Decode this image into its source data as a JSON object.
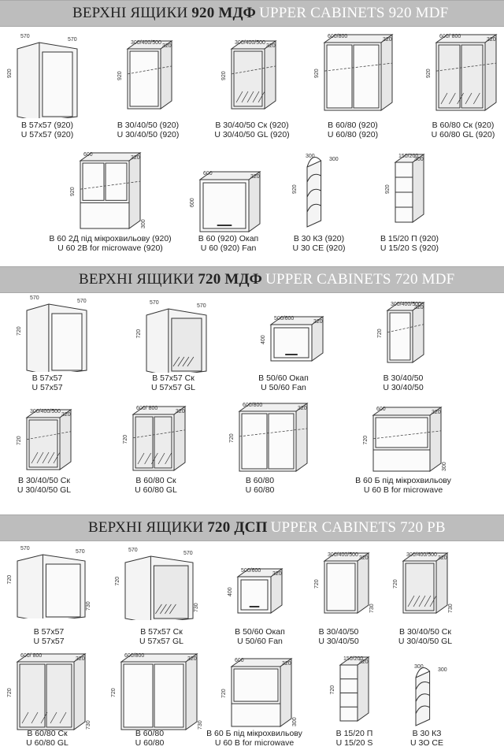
{
  "sections": [
    {
      "ua": "ВЕРХНІ ЯЩИКИ",
      "ua_bold": "920 МДФ",
      "en": "UPPER CABINETS 920 MDF"
    },
    {
      "ua": "ВЕРХНІ ЯЩИКИ",
      "ua_bold": "720 МДФ",
      "en": "UPPER CABINETS 720 MDF"
    },
    {
      "ua": "ВЕРХНІ ЯЩИКИ",
      "ua_bold": "720 ДСП",
      "en": "UPPER CABINETS 720 PB"
    }
  ],
  "items": [
    {
      "line1": "B 57x57 (920)",
      "line2": "U 57x57 (920)",
      "dims": [
        "570",
        "570",
        "920"
      ],
      "type": "corner"
    },
    {
      "line1": "B 30/40/50 (920)",
      "line2": "U 30/40/50 (920)",
      "dims": [
        "300/400/500",
        "320",
        "920"
      ],
      "type": "single"
    },
    {
      "line1": "B 30/40/50 Ск (920)",
      "line2": "U 30/40/50 GL (920)",
      "dims": [
        "300/400/500",
        "320",
        "920"
      ],
      "type": "single-glass"
    },
    {
      "line1": "B 60/80 (920)",
      "line2": "U 60/80 (920)",
      "dims": [
        "600/800",
        "320",
        "920"
      ],
      "type": "double"
    },
    {
      "line1": "B 60/80 Ск (920)",
      "line2": "U 60/80 GL (920)",
      "dims": [
        "600/ 800",
        "320",
        "920"
      ],
      "type": "double-glass"
    },
    {
      "line1": "B 60 2Д під мікрохвильову (920)",
      "line2": "U 60 2B for microwave (920)",
      "dims": [
        "600",
        "320",
        "920",
        "300"
      ],
      "type": "micro-double"
    },
    {
      "line1": "B 60 (920) Окап",
      "line2": "U 60 (920) Fan",
      "dims": [
        "600",
        "320",
        "600"
      ],
      "type": "fan"
    },
    {
      "line1": "B 30 КЗ (920)",
      "line2": "U 30 CE (920)",
      "dims": [
        "300",
        "300",
        "920"
      ],
      "type": "corner-end"
    },
    {
      "line1": "B 15/20 П (920)",
      "line2": "U 15/20 S (920)",
      "dims": [
        "150/200",
        "300",
        "920"
      ],
      "type": "shelf"
    },
    {
      "line1": "B 57x57",
      "line2": "U 57x57",
      "dims": [
        "570",
        "570",
        "720"
      ],
      "type": "corner"
    },
    {
      "line1": "B 57x57 Ск",
      "line2": "U 57x57 GL",
      "dims": [
        "570",
        "570",
        "720"
      ],
      "type": "corner-glass"
    },
    {
      "line1": "B 50/60 Окап",
      "line2": "U 50/60 Fan",
      "dims": [
        "500/600",
        "320",
        "400"
      ],
      "type": "fan"
    },
    {
      "line1": "B 30/40/50",
      "line2": "U 30/40/50",
      "dims": [
        "300/400/500",
        "320",
        "720"
      ],
      "type": "single"
    },
    {
      "line1": "B 30/40/50 Ск",
      "line2": "U 30/40/50 GL",
      "dims": [
        "300/400/500",
        "320",
        "720"
      ],
      "type": "single-glass"
    },
    {
      "line1": "B 60/80 Ск",
      "line2": "U 60/80 GL",
      "dims": [
        "600/ 800",
        "320",
        "720"
      ],
      "type": "double-glass"
    },
    {
      "line1": "B 60/80",
      "line2": "U 60/80",
      "dims": [
        "600/800",
        "320",
        "720"
      ],
      "type": "double"
    },
    {
      "line1": "B 60 Б під мікрохвильову",
      "line2": "U 60 B for microwave",
      "dims": [
        "600",
        "320",
        "720",
        "300"
      ],
      "type": "micro"
    },
    {
      "line1": "B 57x57",
      "line2": "U 57x57",
      "dims": [
        "570",
        "570",
        "720",
        "730"
      ],
      "type": "corner-pb"
    },
    {
      "line1": "B 57x57 Ск",
      "line2": "U 57x57 GL",
      "dims": [
        "570",
        "570",
        "720",
        "730"
      ],
      "type": "corner-pb-glass"
    },
    {
      "line1": "B 50/60 Окап",
      "line2": "U 50/60 Fan",
      "dims": [
        "500/600",
        "320",
        "400"
      ],
      "type": "fan-pb"
    },
    {
      "line1": "B 30/40/50",
      "line2": "U 30/40/50",
      "dims": [
        "300/400/500",
        "320",
        "720",
        "730"
      ],
      "type": "single-pb"
    },
    {
      "line1": "B 30/40/50 Ск",
      "line2": "U 30/40/50 GL",
      "dims": [
        "300/400/500",
        "320",
        "720",
        "730"
      ],
      "type": "single-pb-glass"
    },
    {
      "line1": "B 60/80 Ск",
      "line2": "U 60/80 GL",
      "dims": [
        "600/ 800",
        "320",
        "720",
        "730"
      ],
      "type": "double-pb-glass"
    },
    {
      "line1": "B 60/80",
      "line2": "U 60/80",
      "dims": [
        "600/800",
        "320",
        "720",
        "730"
      ],
      "type": "double-pb"
    },
    {
      "line1": "B 60 Б під мікрохвильову",
      "line2": "U 60 B for microwave",
      "dims": [
        "600",
        "320",
        "720",
        "300"
      ],
      "type": "micro-pb"
    },
    {
      "line1": "B 15/20 П",
      "line2": "U 15/20 S",
      "dims": [
        "150/200",
        "320",
        "720"
      ],
      "type": "shelf-pb"
    },
    {
      "line1": "B 30 КЗ",
      "line2": "U 3O CE",
      "dims": [
        "300",
        "300"
      ],
      "type": "corner-end-pb"
    }
  ]
}
